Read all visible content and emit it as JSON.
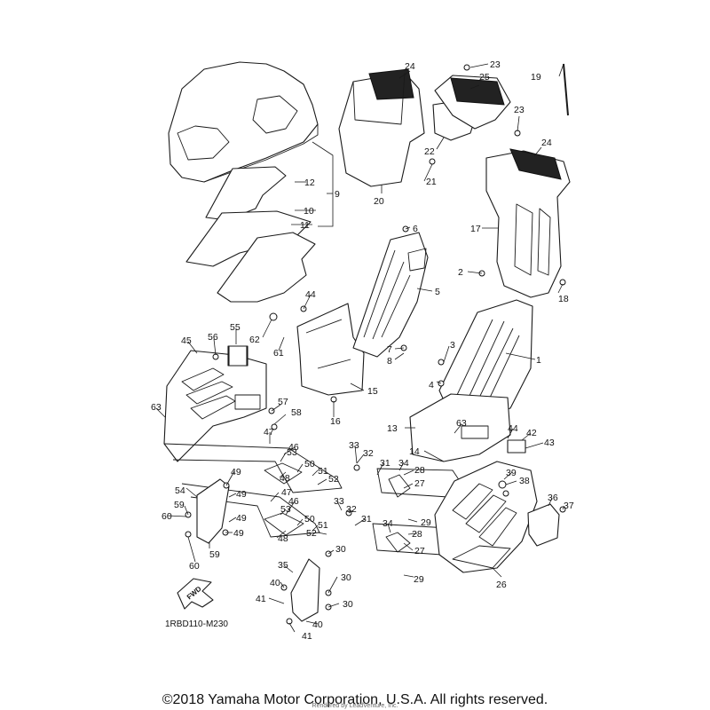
{
  "diagram": {
    "code": "1RBD110-M230",
    "fwd_label": "FWD",
    "copyright": "©2018 Yamaha Motor Corporation, U.S.A. All rights reserved.",
    "render_note": "Rendered by LeadVenture, Inc."
  },
  "callouts": [
    {
      "label": "1"
    },
    {
      "label": "2"
    },
    {
      "label": "3"
    },
    {
      "label": "4"
    },
    {
      "label": "5"
    },
    {
      "label": "6"
    },
    {
      "label": "7"
    },
    {
      "label": "8"
    },
    {
      "label": "9"
    },
    {
      "label": "10"
    },
    {
      "label": "11"
    },
    {
      "label": "12"
    },
    {
      "label": "13"
    },
    {
      "label": "14"
    },
    {
      "label": "15"
    },
    {
      "label": "16"
    },
    {
      "label": "17"
    },
    {
      "label": "18"
    },
    {
      "label": "19"
    },
    {
      "label": "20"
    },
    {
      "label": "21"
    },
    {
      "label": "22"
    },
    {
      "label": "23"
    },
    {
      "label": "23"
    },
    {
      "label": "24"
    },
    {
      "label": "24"
    },
    {
      "label": "25"
    },
    {
      "label": "26"
    },
    {
      "label": "27"
    },
    {
      "label": "27"
    },
    {
      "label": "28"
    },
    {
      "label": "28"
    },
    {
      "label": "29"
    },
    {
      "label": "29"
    },
    {
      "label": "30"
    },
    {
      "label": "30"
    },
    {
      "label": "30"
    },
    {
      "label": "31"
    },
    {
      "label": "31"
    },
    {
      "label": "32"
    },
    {
      "label": "32"
    },
    {
      "label": "33"
    },
    {
      "label": "33"
    },
    {
      "label": "34"
    },
    {
      "label": "34"
    },
    {
      "label": "35"
    },
    {
      "label": "36"
    },
    {
      "label": "37"
    },
    {
      "label": "38"
    },
    {
      "label": "39"
    },
    {
      "label": "40"
    },
    {
      "label": "40"
    },
    {
      "label": "41"
    },
    {
      "label": "41"
    },
    {
      "label": "42"
    },
    {
      "label": "43"
    },
    {
      "label": "44"
    },
    {
      "label": "44"
    },
    {
      "label": "45"
    },
    {
      "label": "46"
    },
    {
      "label": "46"
    },
    {
      "label": "47"
    },
    {
      "label": "47"
    },
    {
      "label": "48"
    },
    {
      "label": "48"
    },
    {
      "label": "49"
    },
    {
      "label": "49"
    },
    {
      "label": "49"
    },
    {
      "label": "49"
    },
    {
      "label": "50"
    },
    {
      "label": "50"
    },
    {
      "label": "51"
    },
    {
      "label": "51"
    },
    {
      "label": "52"
    },
    {
      "label": "52"
    },
    {
      "label": "53"
    },
    {
      "label": "53"
    },
    {
      "label": "54"
    },
    {
      "label": "55"
    },
    {
      "label": "56"
    },
    {
      "label": "57"
    },
    {
      "label": "58"
    },
    {
      "label": "59"
    },
    {
      "label": "59"
    },
    {
      "label": "60"
    },
    {
      "label": "60"
    },
    {
      "label": "61"
    },
    {
      "label": "62"
    },
    {
      "label": "63"
    },
    {
      "label": "63"
    }
  ]
}
